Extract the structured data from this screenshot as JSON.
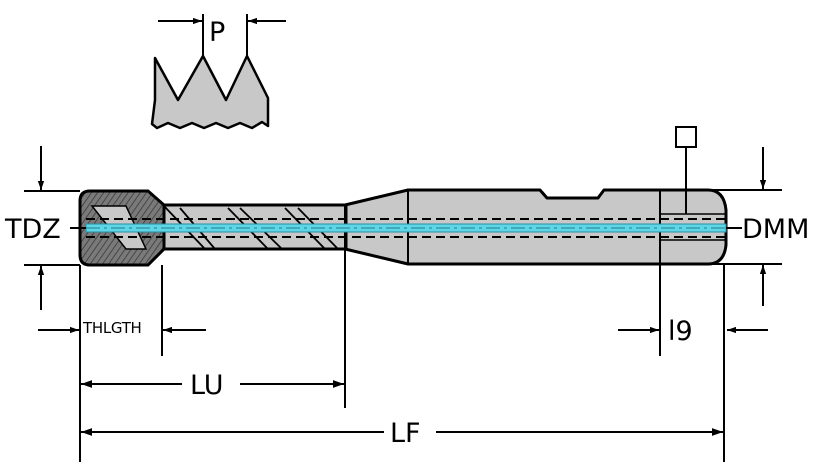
{
  "labels": {
    "pitch": "P",
    "thread_diameter": "TDZ",
    "shank_diameter": "DMM",
    "thread_length": "THLGTH",
    "usable_length": "LU",
    "functional_length": "LF",
    "square_length": "l9"
  },
  "colors": {
    "body_fill": "#c8c8c8",
    "thread_dark": "#6e6e6e",
    "outline": "#000000",
    "coolant_channel": "#5fd6e6",
    "background": "#ffffff"
  }
}
